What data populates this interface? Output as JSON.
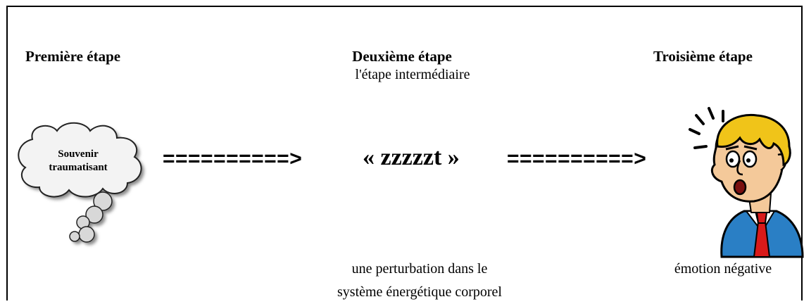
{
  "steps": [
    {
      "title": "Première étape"
    },
    {
      "title": "Deuxième étape",
      "subtitle": "l'étape intermédiaire"
    },
    {
      "title": "Troisième étape"
    }
  ],
  "thought_bubble": {
    "line1": "Souvenir",
    "line2": "traumatisant"
  },
  "arrows": {
    "left": "==========>",
    "right": "==========>"
  },
  "middle_label": "« zzzzzt »",
  "descriptions": {
    "middle": [
      "une perturbation dans le",
      "système énergétique corporel"
    ],
    "right": "émotion négative"
  },
  "icons": {
    "bubble": "thought-bubble-icon",
    "person": "shocked-man-icon"
  },
  "colors": {
    "skin": "#f4c99a",
    "hair": "#f0c419",
    "shirt": "#2a7fc5",
    "tie": "#d91a1a",
    "outline": "#000000"
  }
}
